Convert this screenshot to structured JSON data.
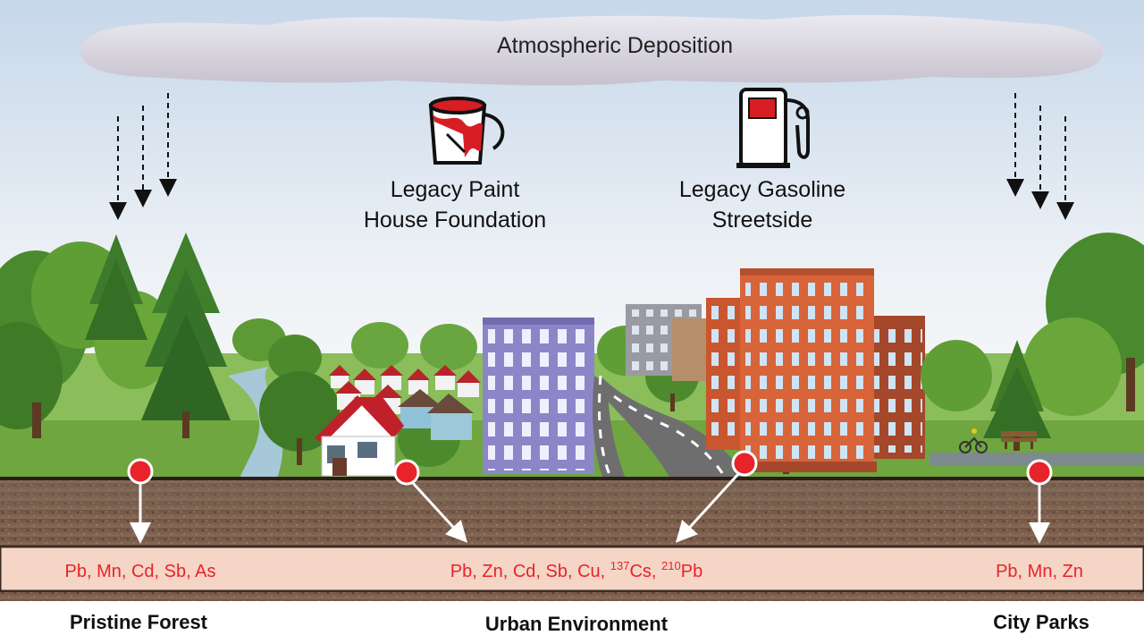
{
  "cloud_label": "Atmospheric Deposition",
  "sources": [
    {
      "icon": "paint-bucket-icon",
      "line1": "Legacy Paint",
      "line2": "House Foundation"
    },
    {
      "icon": "gas-pump-icon",
      "line1": "Legacy Gasoline",
      "line2": "Streetside"
    }
  ],
  "elements": {
    "forest": "Pb, Mn, Cd, Sb, As",
    "urban_main": "Pb, Zn, Cd, Sb, Cu, ",
    "urban_cs_sup": "137",
    "urban_cs": "Cs, ",
    "urban_pb_sup": "210",
    "urban_pb": "Pb",
    "parks": "Pb, Mn, Zn"
  },
  "zones": {
    "forest": "Pristine Forest",
    "urban": "Urban Environment",
    "parks": "City Parks"
  },
  "colors": {
    "sky_top": "#c9d9ea",
    "sky_bottom": "#f3f5f7",
    "element_text": "#e8232a",
    "marker": "#e8232a",
    "band": "#f4d5c6",
    "soil": "#7a5a48",
    "building_purple": "#8c86c9",
    "building_orange": "#d8643a"
  }
}
